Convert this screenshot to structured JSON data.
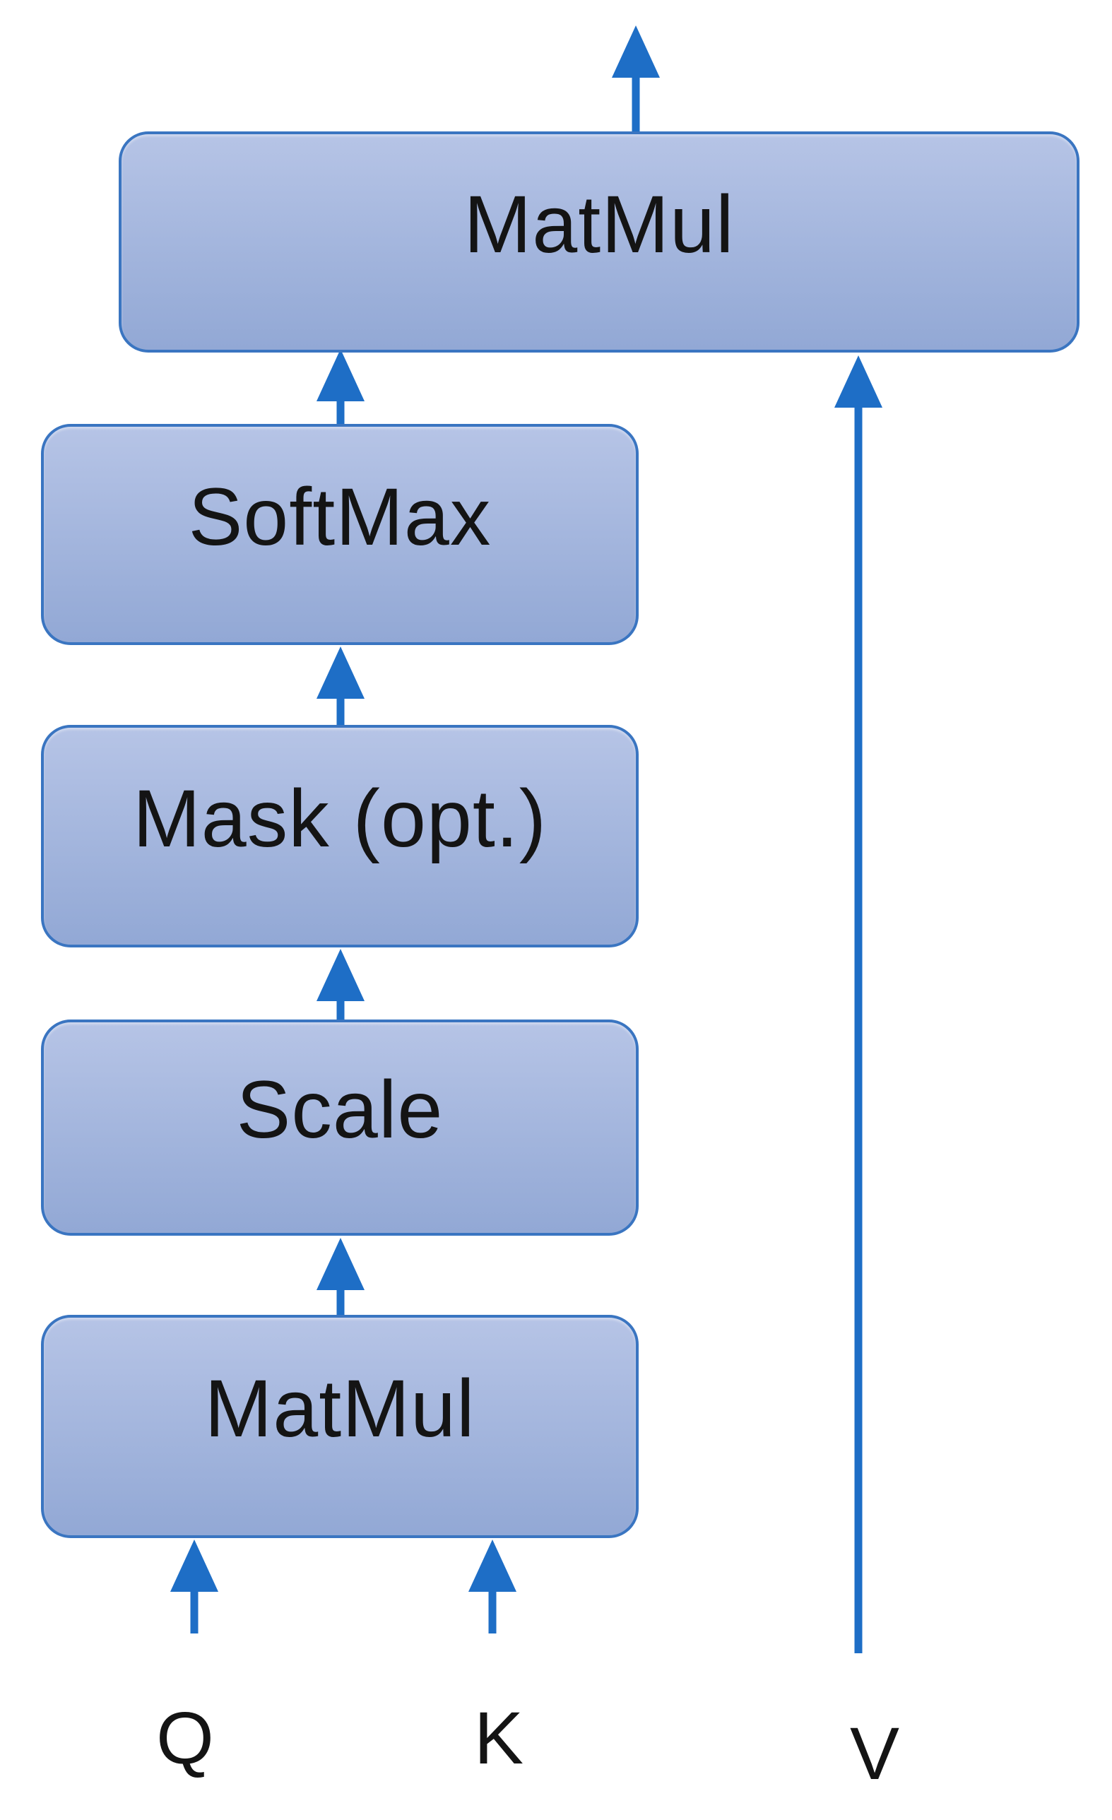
{
  "colors": {
    "background": "#ffffff",
    "box_fill_top": "#b6c4e6",
    "box_fill_bottom": "#92a8d5",
    "box_border": "#3a75c1",
    "arrow": "#1e6ec6",
    "text": "#141414"
  },
  "nodes": [
    {
      "id": "matmul-top",
      "label": "MatMul"
    },
    {
      "id": "softmax",
      "label": "SoftMax"
    },
    {
      "id": "mask",
      "label": "Mask (opt.)"
    },
    {
      "id": "scale",
      "label": "Scale"
    },
    {
      "id": "matmul-bottom",
      "label": "MatMul"
    }
  ],
  "inputs": [
    {
      "id": "q",
      "label": "Q"
    },
    {
      "id": "k",
      "label": "K"
    },
    {
      "id": "v",
      "label": "V"
    }
  ],
  "edges": [
    {
      "from": "q",
      "to": "matmul-bottom"
    },
    {
      "from": "k",
      "to": "matmul-bottom"
    },
    {
      "from": "matmul-bottom",
      "to": "scale"
    },
    {
      "from": "scale",
      "to": "mask"
    },
    {
      "from": "mask",
      "to": "softmax"
    },
    {
      "from": "softmax",
      "to": "matmul-top"
    },
    {
      "from": "v",
      "to": "matmul-top"
    },
    {
      "from": "matmul-top",
      "to": "output"
    }
  ]
}
